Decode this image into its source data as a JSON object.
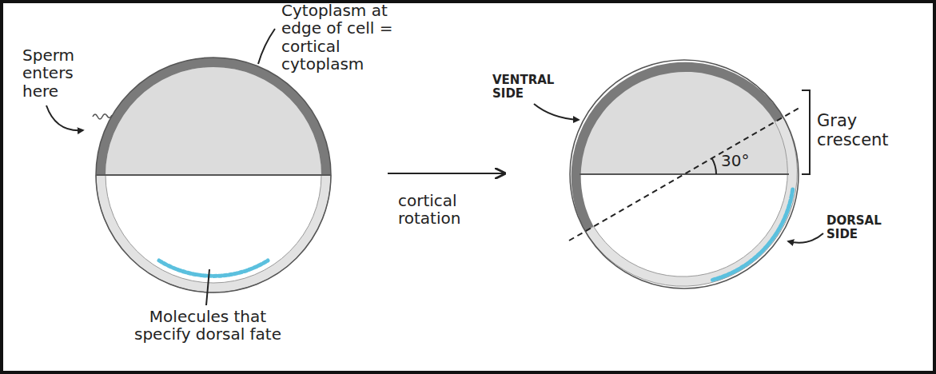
{
  "diagram": {
    "labels": [
      "Sperm enters here",
      "Cytoplasm at edge of cell = cortical cytoplasm",
      "VENTRAL SIDE",
      "Gray crescent",
      "30°",
      "cortical rotation",
      "DORSAL SIDE",
      "Molecules that specify dorsal fate"
    ]
  }
}
